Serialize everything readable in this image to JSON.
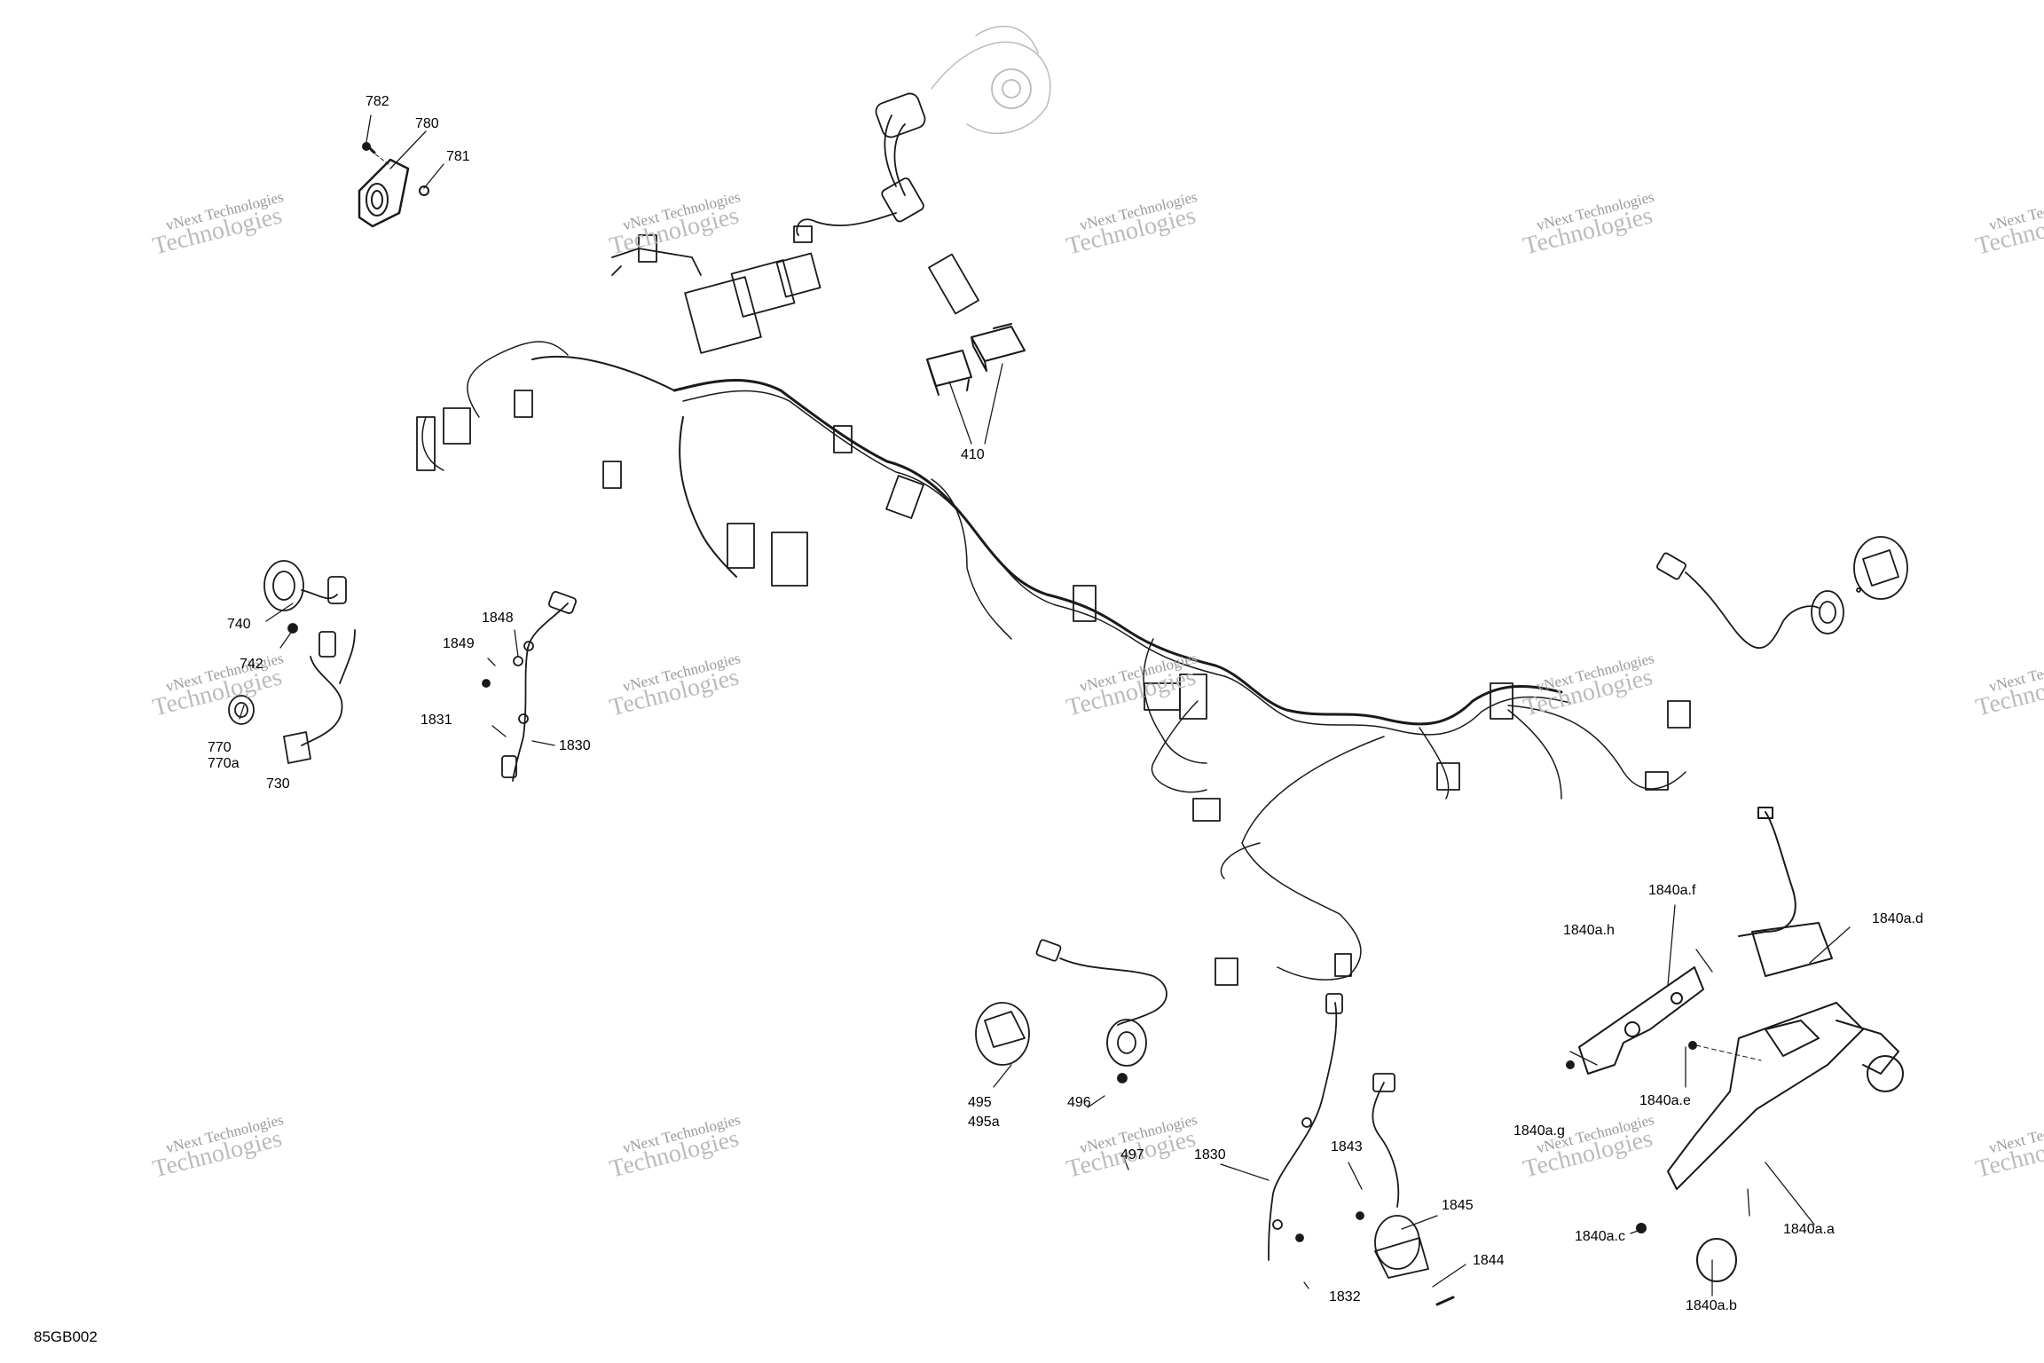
{
  "watermark": {
    "line1": "vNext Technologies",
    "line2": "Technologies",
    "color": "#9a9a9a"
  },
  "drawing_code": "85GB002",
  "callouts": [
    {
      "id": "782",
      "text": "782"
    },
    {
      "id": "780",
      "text": "780"
    },
    {
      "id": "781",
      "text": "781"
    },
    {
      "id": "410",
      "text": "410"
    },
    {
      "id": "740",
      "text": "740"
    },
    {
      "id": "742",
      "text": "742"
    },
    {
      "id": "770",
      "text": "770"
    },
    {
      "id": "770a",
      "text": "770a"
    },
    {
      "id": "730",
      "text": "730"
    },
    {
      "id": "1848",
      "text": "1848"
    },
    {
      "id": "1849",
      "text": "1849"
    },
    {
      "id": "1831",
      "text": "1831"
    },
    {
      "id": "1830-top",
      "text": "1830"
    },
    {
      "id": "495",
      "text": "495"
    },
    {
      "id": "495a",
      "text": "495a"
    },
    {
      "id": "496",
      "text": "496"
    },
    {
      "id": "497",
      "text": "497"
    },
    {
      "id": "1830-bottom",
      "text": "1830"
    },
    {
      "id": "1843",
      "text": "1843"
    },
    {
      "id": "1845",
      "text": "1845"
    },
    {
      "id": "1844",
      "text": "1844"
    },
    {
      "id": "1832",
      "text": "1832"
    },
    {
      "id": "1840a.f",
      "text": "1840a.f"
    },
    {
      "id": "1840a.h",
      "text": "1840a.h"
    },
    {
      "id": "1840a.d",
      "text": "1840a.d"
    },
    {
      "id": "1840a.e",
      "text": "1840a.e"
    },
    {
      "id": "1840a.g",
      "text": "1840a.g"
    },
    {
      "id": "1840a.c",
      "text": "1840a.c"
    },
    {
      "id": "1840a.a",
      "text": "1840a.a"
    },
    {
      "id": "1840a.b",
      "text": "1840a.b"
    }
  ]
}
